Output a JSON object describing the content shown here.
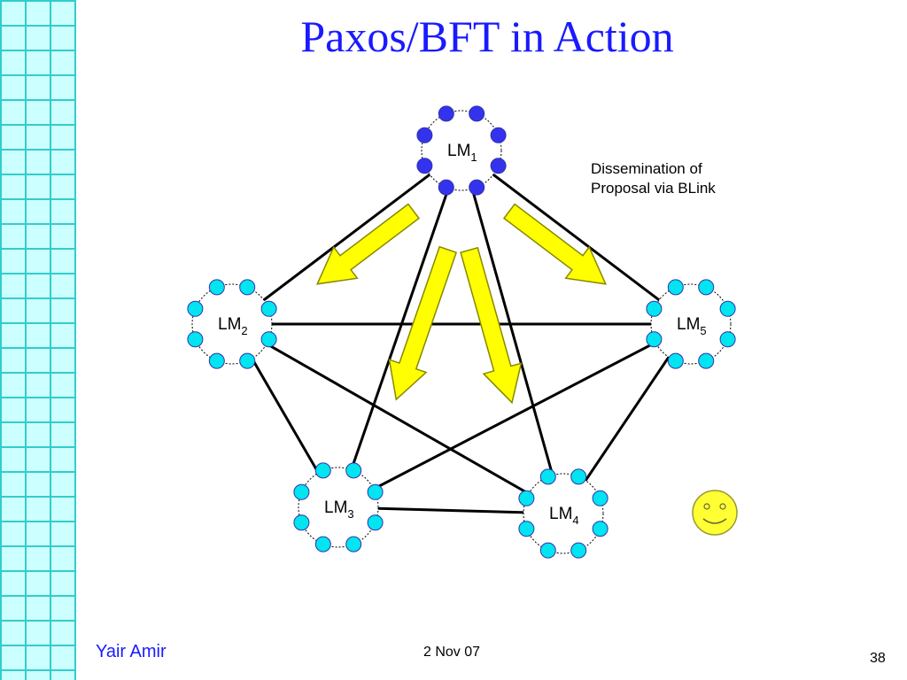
{
  "slide": {
    "title": "Paxos/BFT in Action",
    "annotation_lines": [
      "Dissemination of",
      "Proposal via BLink"
    ],
    "footer": {
      "author": "Yair Amir",
      "date": "2 Nov 07",
      "page": "38"
    }
  },
  "colors": {
    "title": "#1a1aff",
    "grid_fill": "#ccffff",
    "grid_line": "#33cccc",
    "arrow_fill": "#ffff00",
    "arrow_stroke": "#888800",
    "leader_dot": "#3333ee",
    "member_dot": "#00e5f0",
    "smiley": "#ffff33"
  },
  "nodes": [
    {
      "id": "LM1",
      "label": "LM",
      "subscript": "1",
      "role": "leader"
    },
    {
      "id": "LM2",
      "label": "LM",
      "subscript": "2",
      "role": "member"
    },
    {
      "id": "LM3",
      "label": "LM",
      "subscript": "3",
      "role": "member"
    },
    {
      "id": "LM4",
      "label": "LM",
      "subscript": "4",
      "role": "member"
    },
    {
      "id": "LM5",
      "label": "LM",
      "subscript": "5",
      "role": "member"
    }
  ],
  "edges": [
    [
      "LM1",
      "LM2"
    ],
    [
      "LM1",
      "LM3"
    ],
    [
      "LM1",
      "LM4"
    ],
    [
      "LM1",
      "LM5"
    ],
    [
      "LM2",
      "LM3"
    ],
    [
      "LM2",
      "LM4"
    ],
    [
      "LM2",
      "LM5"
    ],
    [
      "LM3",
      "LM4"
    ],
    [
      "LM3",
      "LM5"
    ],
    [
      "LM4",
      "LM5"
    ]
  ],
  "arrows": [
    {
      "from": "LM1",
      "to": "LM2"
    },
    {
      "from": "LM1",
      "to": "LM3"
    },
    {
      "from": "LM1",
      "to": "LM4"
    },
    {
      "from": "LM1",
      "to": "LM5"
    }
  ],
  "decorations": {
    "icon": "smiley-icon"
  }
}
